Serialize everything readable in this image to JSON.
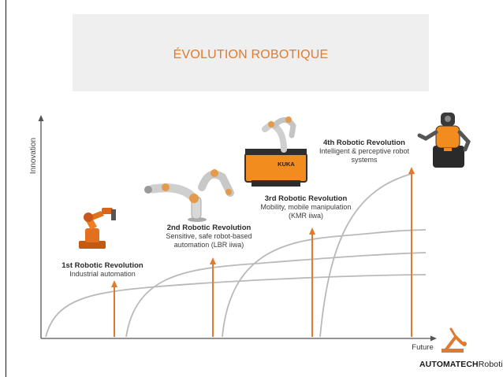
{
  "title": "ÉVOLUTION ROBOTIQUE",
  "axes": {
    "y_label": "Innovation",
    "x_label": "Future"
  },
  "revolutions": [
    {
      "heading": "1st Robotic Revolution",
      "desc": [
        "Industrial automation"
      ],
      "icon": "industrial-robot-arm-icon"
    },
    {
      "heading": "2nd Robotic Revolution",
      "desc": [
        "Sensitive, safe robot-based",
        "automation (LBR iiwa)"
      ],
      "icon": "lbr-iiwa-robot-icon"
    },
    {
      "heading": "3rd Robotic Revolution",
      "desc": [
        "Mobility, mobile manipulation",
        "(KMR iiwa)"
      ],
      "icon": "kmr-mobile-robot-icon",
      "platform_text": "KUKA"
    },
    {
      "heading": "4th Robotic Revolution",
      "desc": [
        "Intelligent & perceptive robot",
        "systems"
      ],
      "icon": "humanoid-robot-icon"
    }
  ],
  "brand": {
    "name_bold": "AUTOMATECH",
    "name_regular": "Robotik",
    "icon": "orange-robot-logo-icon"
  },
  "colors": {
    "accent": "#e07a2e",
    "curve": "#b8b8b8",
    "axis": "#555555",
    "title_band": "#efefef"
  }
}
